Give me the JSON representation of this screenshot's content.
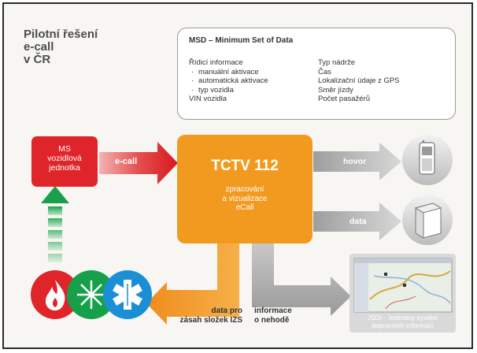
{
  "title": "Pilotní řešení\ne-call\nv ČR",
  "msd": {
    "heading": "MSD – Minimum Set of Data",
    "left": [
      "Řídicí informace",
      "manuální aktivace",
      "automatická aktivace",
      "typ vozidla",
      "VIN vozidla"
    ],
    "right": [
      "Typ nádrže",
      "Čas",
      "Lokalizační údaje z GPS",
      "Směr jízdy",
      "Počet pasažérů"
    ]
  },
  "ms_unit": "MS\nvozidlová\njednotka",
  "ecall_label": "e-call",
  "center": {
    "title": "TCTV 112",
    "subtitle": "zpracování\na vizualizace\neCall"
  },
  "hovor_label": "hovor",
  "data_label": "data",
  "zasah_label": "data pro\nzásah složek IZS",
  "nehoda_label": "informace\no nehodě",
  "jsdi_label": "JSDI - Jednotný systém\ndopravních informací",
  "colors": {
    "orange": "#f29a20",
    "red": "#e0252a",
    "green": "#16a04a",
    "blue": "#1a8fd6",
    "gray": "#b4b4b4"
  }
}
